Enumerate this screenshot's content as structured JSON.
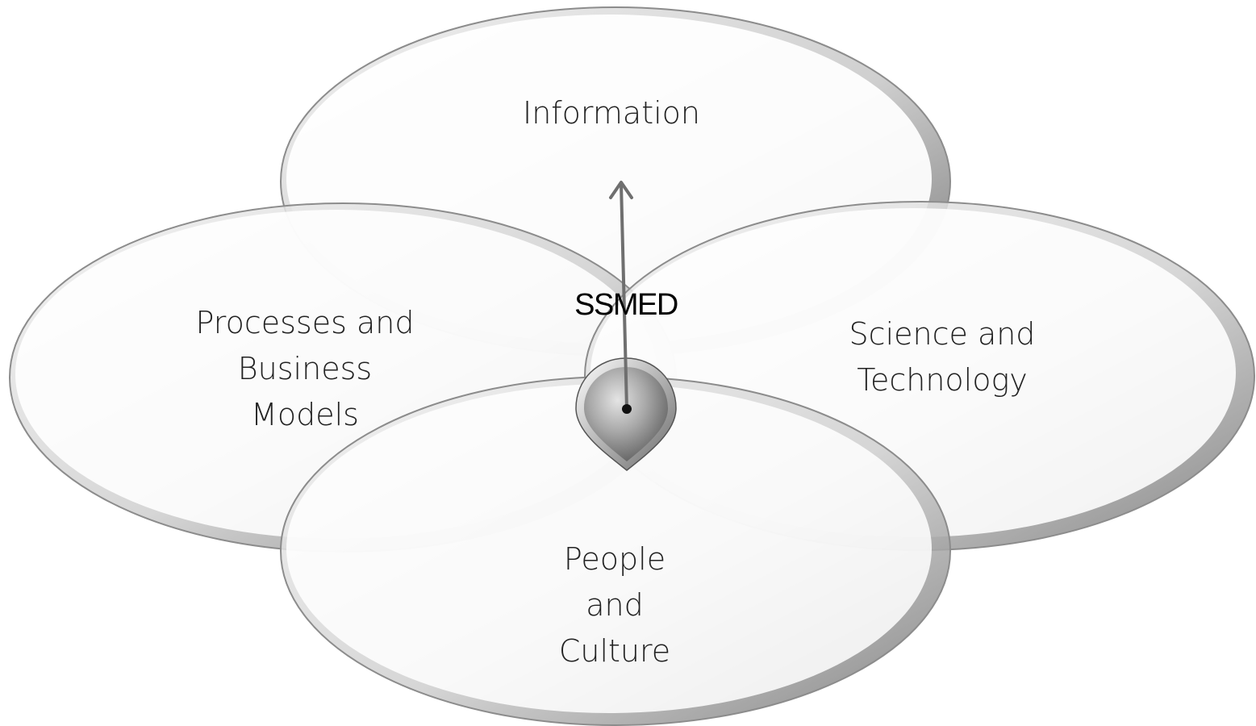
{
  "diagram": {
    "center_label": "SSMED",
    "top_label": "Information",
    "left_label": [
      "Processes and",
      "Business",
      "Models"
    ],
    "right_label": [
      "Science and",
      "Technology"
    ],
    "bottom_label": [
      "People",
      "and",
      "Culture"
    ]
  },
  "colors": {
    "background": "#ffffff",
    "ellipse_fill": "#ffffff",
    "ellipse_rim": "#8c8c8c",
    "ellipse_rim_light": "#e6e6e6",
    "pin_fill": "#9a9a9a",
    "arrow": "#6f6f6f",
    "text": "#222222"
  }
}
